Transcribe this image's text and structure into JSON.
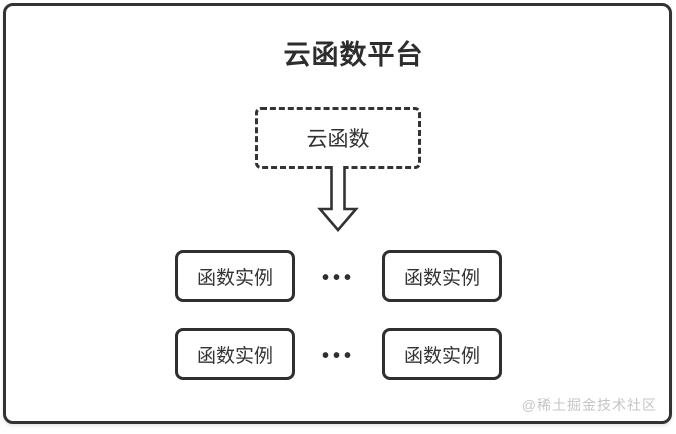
{
  "diagram": {
    "title": "云函数平台",
    "cloud_function": {
      "label": "云函数"
    },
    "rows": [
      {
        "left": "函数实例",
        "dots": "•••",
        "right": "函数实例"
      },
      {
        "left": "函数实例",
        "dots": "•••",
        "right": "函数实例"
      }
    ],
    "watermark": "@稀土掘金技术社区",
    "colors": {
      "line": "#333333",
      "text": "#333333",
      "watermark": "#c5c5c5",
      "background": "#ffffff"
    }
  }
}
